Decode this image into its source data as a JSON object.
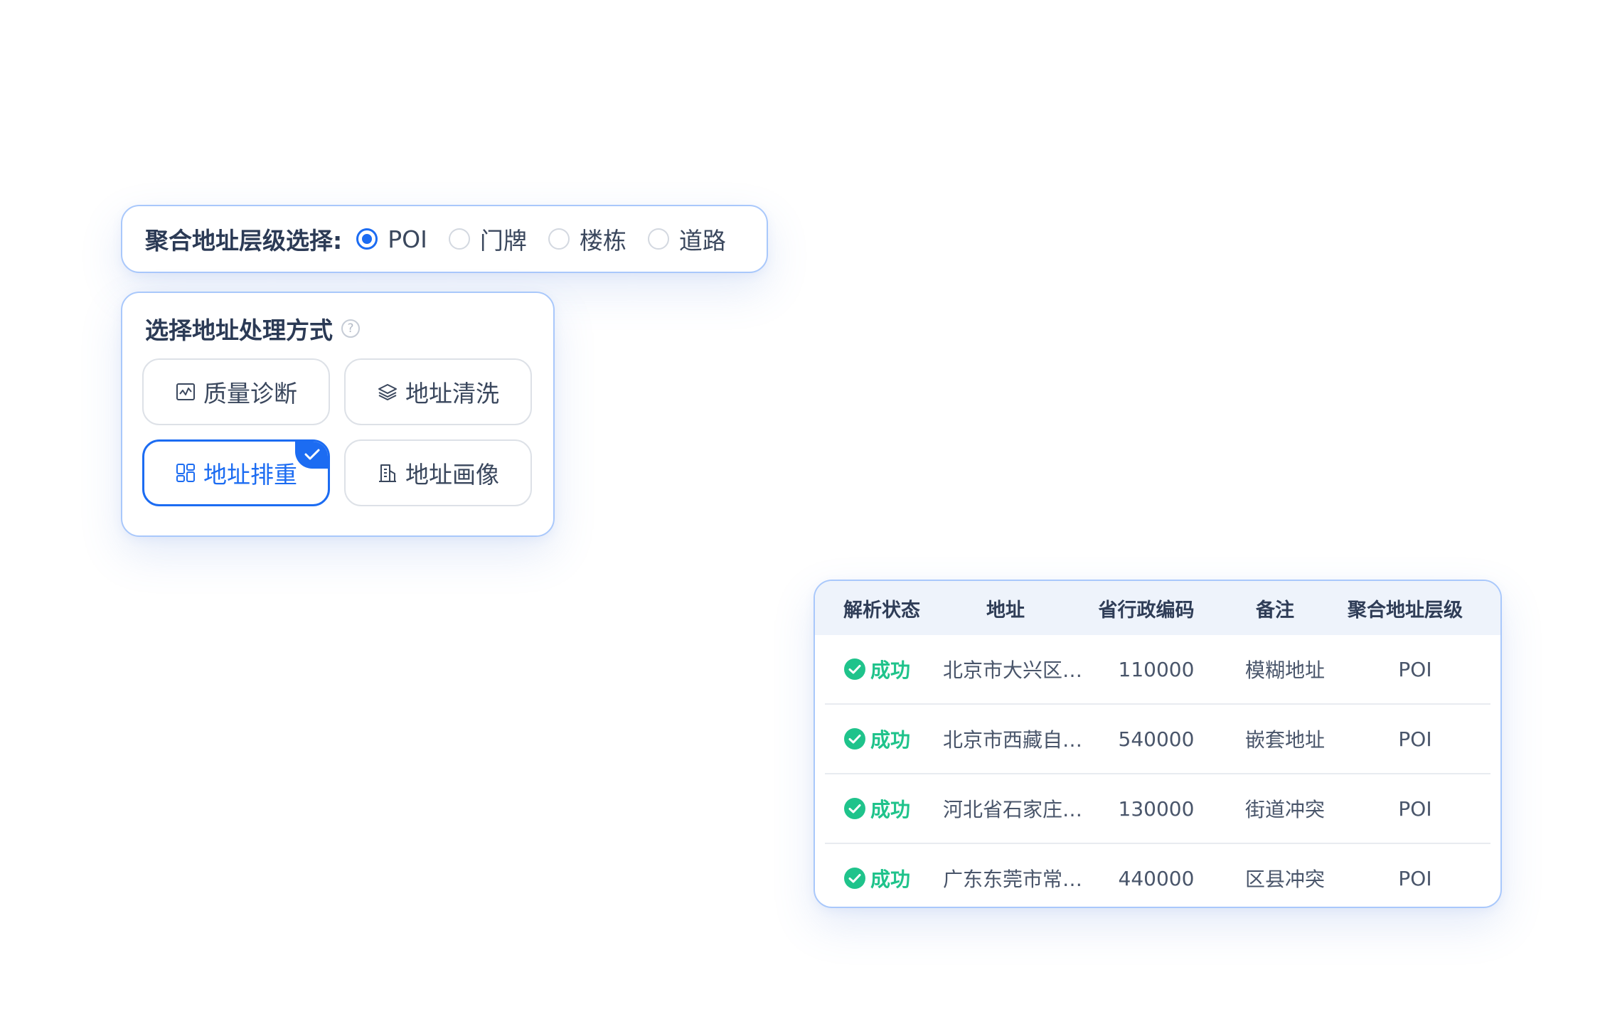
{
  "level_selector": {
    "title": "聚合地址层级选择:",
    "options": [
      {
        "label": "POI",
        "checked": true
      },
      {
        "label": "门牌",
        "checked": false
      },
      {
        "label": "楼栋",
        "checked": false
      },
      {
        "label": "道路",
        "checked": false
      }
    ]
  },
  "method_selector": {
    "title": "选择地址处理方式",
    "help_icon": "question-circle-icon",
    "buttons": [
      {
        "label": "质量诊断",
        "icon": "line-chart-icon",
        "selected": false
      },
      {
        "label": "地址清洗",
        "icon": "layers-icon",
        "selected": false
      },
      {
        "label": "地址排重",
        "icon": "grid-icon",
        "selected": true
      },
      {
        "label": "地址画像",
        "icon": "building-icon",
        "selected": false
      }
    ]
  },
  "table": {
    "headers": [
      "解析状态",
      "地址",
      "省行政编码",
      "备注",
      "聚合地址层级"
    ],
    "rows": [
      {
        "status": "成功",
        "address": "北京市大兴区…",
        "code": "110000",
        "note": "模糊地址",
        "level": "POI"
      },
      {
        "status": "成功",
        "address": "北京市西藏自…",
        "code": "540000",
        "note": "嵌套地址",
        "level": "POI"
      },
      {
        "status": "成功",
        "address": "河北省石家庄…",
        "code": "130000",
        "note": "街道冲突",
        "level": "POI"
      },
      {
        "status": "成功",
        "address": "广东东莞市常…",
        "code": "440000",
        "note": "区县冲突",
        "level": "POI"
      }
    ]
  },
  "colors": {
    "primary": "#1c6cf2",
    "success": "#1fc38b",
    "card_border": "#a9c8fb",
    "header_bg": "#eef3fb"
  }
}
